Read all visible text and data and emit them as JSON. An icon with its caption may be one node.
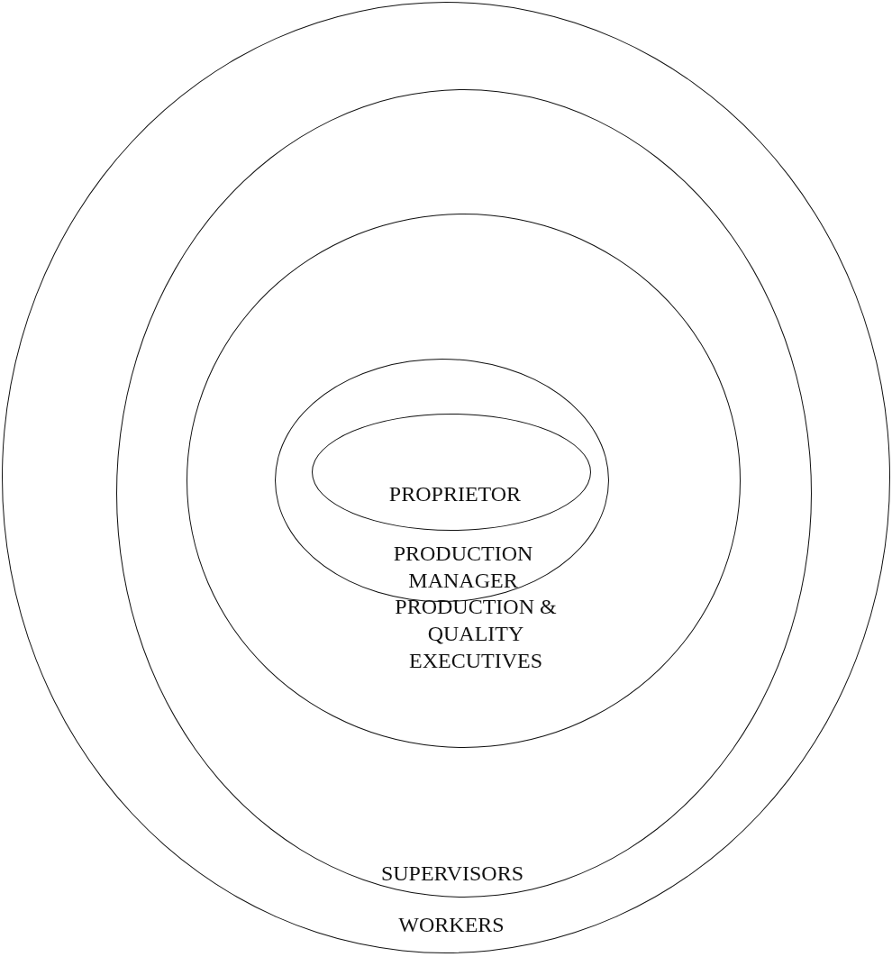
{
  "diagram": {
    "nodes": [
      {
        "text": [
          "WORKERS"
        ]
      },
      {
        "text": [
          "SUPERVISORS"
        ],
        "in": 0
      },
      {
        "text": [
          "PRODUCTION & QUALITY EXECUTIVES"
        ],
        "in": 1
      },
      {
        "text": [
          "PRODUCTION MANAGER"
        ],
        "in": 2
      },
      {
        "text": [
          "PROPRIETOR"
        ],
        "in": 3
      }
    ]
  }
}
